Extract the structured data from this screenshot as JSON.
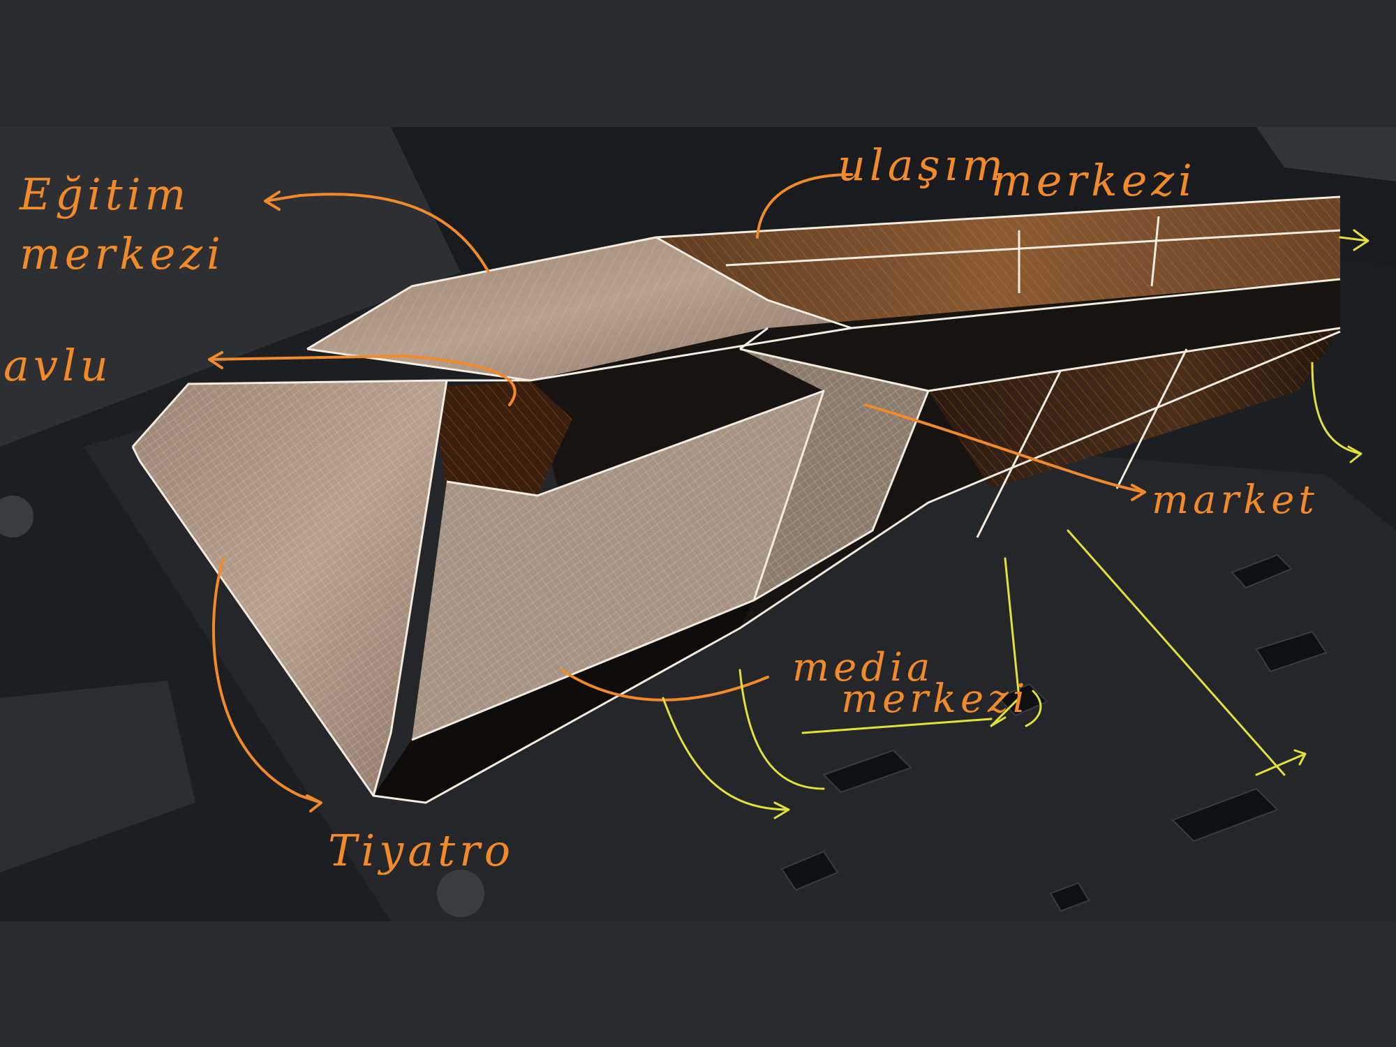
{
  "colors": {
    "background": "#2a2b2f",
    "ground": "#1d1e21",
    "annotation_orange": "#f08a2a",
    "annotation_yellow": "#e2e23a",
    "roof_tan": "#b59a86",
    "roof_bronze": "#7a4c2a",
    "facade_dark": "#141210"
  },
  "annotations": {
    "egitim_line1": "Eğitim",
    "egitim_line2": "merkezi",
    "ulasim_line1": "ulaşım",
    "ulasim_line2": "merkezi",
    "avlu": "avlu",
    "market": "market",
    "media_line1": "media",
    "media_line2": "merkezi",
    "tiyatro": "Tiyatro"
  }
}
